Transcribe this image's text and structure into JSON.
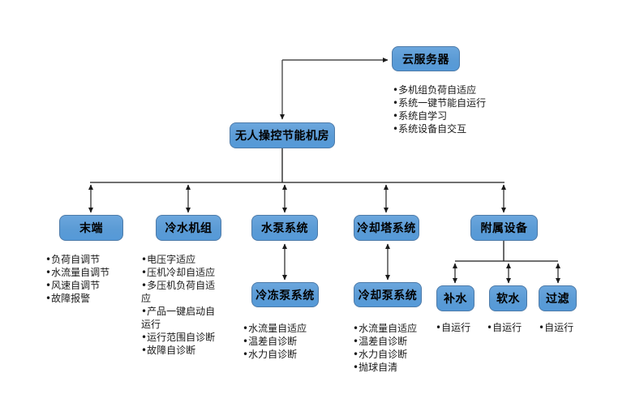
{
  "diagram": {
    "title_hint": "unmanned energy-saving plant room system hierarchy",
    "colors": {
      "node_fill": "#5b9bd5",
      "node_border": "#4d7aa8",
      "node_text": "#000000",
      "connector_line": "#1a1a1a",
      "double_arrow_shaft": "#595959",
      "background": "#ffffff"
    },
    "nodes": {
      "cloud_server": {
        "label": "云服务器"
      },
      "root": {
        "label": "无人操控节能机房"
      },
      "terminal": {
        "label": "末端"
      },
      "chiller_unit": {
        "label": "冷水机组"
      },
      "pump_system": {
        "label": "水泵系统"
      },
      "cooling_tower_system": {
        "label": "冷却塔系统"
      },
      "auxiliary_equipment": {
        "label": "附属设备"
      },
      "chilled_pump_system": {
        "label": "冷冻泵系统"
      },
      "cooling_pump_system": {
        "label": "冷却泵系统"
      },
      "makeup_water": {
        "label": "补水"
      },
      "soft_water": {
        "label": "软水"
      },
      "filtration": {
        "label": "过滤"
      }
    },
    "feature_lists": {
      "cloud_server": [
        "•多机组负荷自适应",
        "•系统一键节能自运行",
        "•系统自学习",
        "•系统设备自交互"
      ],
      "terminal": [
        "•负荷自调节",
        "•水流量自调节",
        "•风速自调节",
        "•故障报警"
      ],
      "chiller_unit": [
        "•电压字适应",
        "•压机冷却自适应",
        "•多压机负荷自适应",
        "•产品一键启动自运行",
        "•运行范围自诊断",
        "•故障自诊断"
      ],
      "chilled_pump_system": [
        "•水流量自适应",
        "•温差自诊断",
        "•水力自诊断"
      ],
      "cooling_pump_system": [
        "•水流量自适应",
        "•温差自诊断",
        "•水力自诊断",
        "•抛球自清"
      ],
      "makeup_water": [
        "•自运行"
      ],
      "soft_water": [
        "•自运行"
      ],
      "filtration": [
        "•自运行"
      ]
    }
  }
}
